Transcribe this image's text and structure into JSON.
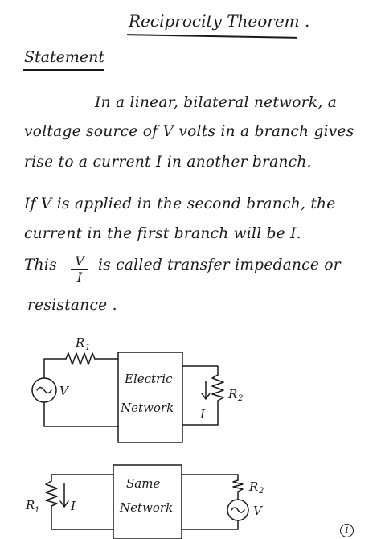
{
  "title": "Reciprocity Theorem .",
  "heading": "Statement",
  "paragraph": {
    "line1": "In a linear, bilateral network, a",
    "line2": "voltage source of V volts in a branch gives",
    "line3": "rise to a current I in another branch.",
    "line4": "If V is applied in the second branch, the",
    "line5": "current in the first branch will be I.",
    "line6_pre": "This",
    "fraction_num": "V",
    "fraction_den": "I",
    "line6_post": "is called transfer impedance or",
    "line7": "resistance ."
  },
  "circuit1": {
    "r1_label": "R",
    "r1_sub": "1",
    "source_label": "V",
    "box_line1": "Electric",
    "box_line2": "Network",
    "current_label": "I",
    "r2_label": "R",
    "r2_sub": "2"
  },
  "circuit2": {
    "r1_label": "R",
    "r1_sub": "1",
    "current_label": "I",
    "box_line1": "Same",
    "box_line2": "Network",
    "r2_label": "R",
    "r2_sub": "2",
    "source_label": "V"
  },
  "page_number": "1"
}
